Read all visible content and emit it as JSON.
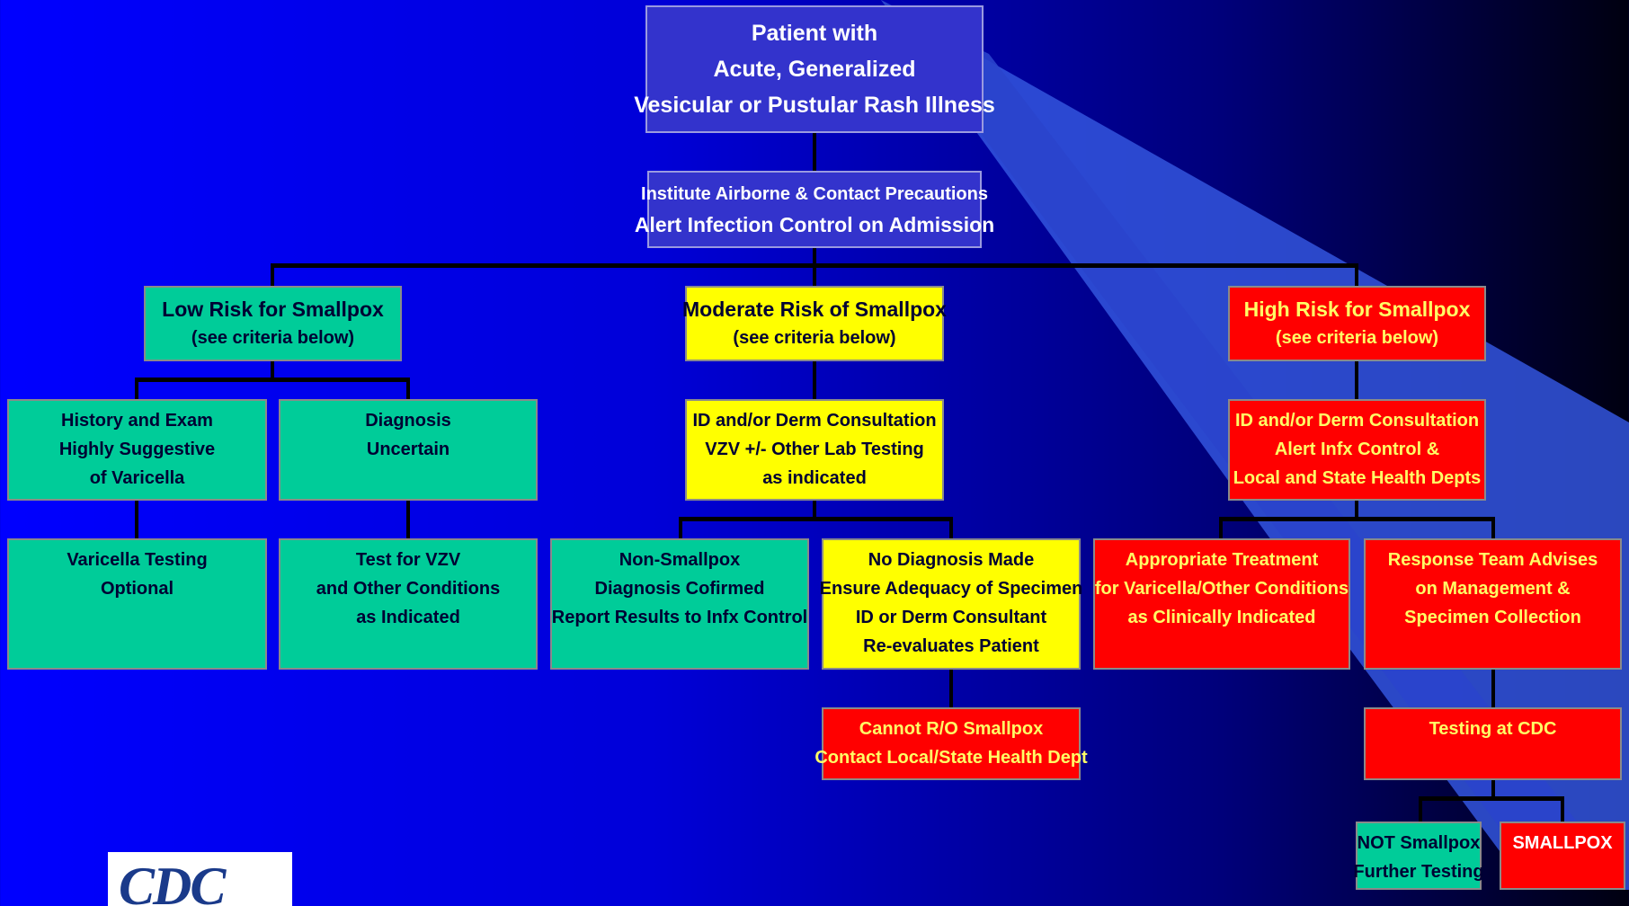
{
  "colors": {
    "low_risk": "#00cc99",
    "moderate_risk": "#ffff00",
    "high_risk": "#ff0000",
    "header_box": "#3333cc",
    "background": "#0000ff"
  },
  "start": {
    "lines": [
      "Patient with",
      "Acute, Generalized",
      "Vesicular or Pustular Rash Illness"
    ]
  },
  "precautions": {
    "lines": [
      "Institute Airborne & Contact Precautions",
      "Alert Infection Control on Admission"
    ]
  },
  "low": {
    "header": {
      "lines": [
        "Low Risk for Smallpox",
        "(see criteria below)"
      ]
    },
    "history": {
      "lines": [
        "History and Exam",
        "Highly Suggestive",
        "of Varicella"
      ]
    },
    "uncertain": {
      "lines": [
        "Diagnosis",
        "Uncertain"
      ]
    },
    "varicella_testing": {
      "lines": [
        "Varicella Testing",
        "Optional"
      ]
    },
    "test_vzv": {
      "lines": [
        "Test for VZV",
        "and Other Conditions",
        "as Indicated"
      ]
    }
  },
  "moderate": {
    "header": {
      "lines": [
        "Moderate Risk of Smallpox",
        "(see criteria below)"
      ]
    },
    "consult": {
      "lines": [
        "ID and/or Derm Consultation",
        "VZV +/- Other Lab Testing",
        "as indicated"
      ]
    },
    "non_smallpox": {
      "lines": [
        "Non-Smallpox",
        "Diagnosis Cofirmed",
        "Report Results to Infx Control"
      ]
    },
    "no_diagnosis": {
      "lines": [
        "No Diagnosis Made",
        "Ensure Adequacy of Specimen",
        "ID or Derm Consultant",
        "Re-evaluates Patient"
      ]
    },
    "cannot_ro": {
      "lines": [
        "Cannot R/O Smallpox",
        "Contact Local/State Health Dept"
      ]
    }
  },
  "high": {
    "header": {
      "lines": [
        "High Risk for Smallpox",
        "(see criteria below)"
      ]
    },
    "consult": {
      "lines": [
        "ID and/or Derm Consultation",
        "Alert Infx Control &",
        "Local and State Health Depts"
      ]
    },
    "treatment": {
      "lines": [
        "Appropriate Treatment",
        "for Varicella/Other Conditions",
        "as Clinically Indicated"
      ]
    },
    "response_team": {
      "lines": [
        "Response Team Advises",
        "on Management &",
        "Specimen Collection"
      ]
    },
    "testing_cdc": {
      "lines": [
        "Testing at CDC"
      ]
    },
    "not_smallpox": {
      "lines": [
        "NOT Smallpox",
        "Further Testing"
      ]
    },
    "smallpox": {
      "lines": [
        "SMALLPOX"
      ]
    }
  },
  "logo": {
    "text": "CDC",
    "icon": "cdc-logo"
  }
}
